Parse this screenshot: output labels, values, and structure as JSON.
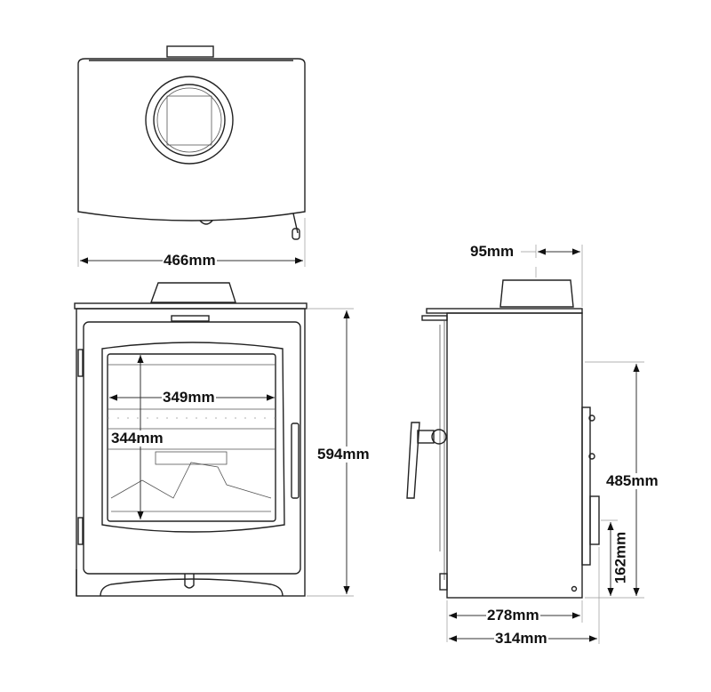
{
  "dimensions": {
    "top_width": "466mm",
    "glass_width": "349mm",
    "glass_height": "344mm",
    "overall_height": "594mm",
    "flue_offset": "95mm",
    "rear_outlet_height": "485mm",
    "air_inlet_height": "162mm",
    "body_depth": "278mm",
    "overall_depth": "314mm"
  },
  "colors": {
    "line": "#222222",
    "background": "#ffffff"
  }
}
